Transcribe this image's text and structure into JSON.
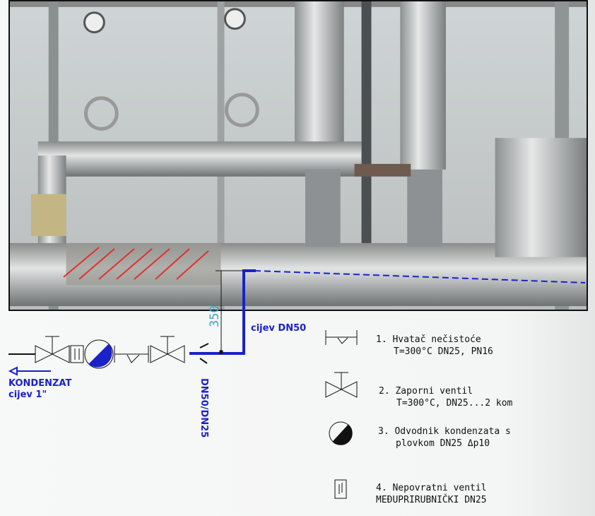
{
  "photo_overlay": {
    "dimension": "350",
    "main_pipe_label": "cijev DN50",
    "reducer_label": "DN50/DN25",
    "outlet_label": "KONDENZAT",
    "outlet_pipe_label": "cijev 1\""
  },
  "legend": [
    {
      "icon": "strainer-icon",
      "line1": "1. Hvatač nečistoće",
      "line2": "T=300°C DN25, PN16"
    },
    {
      "icon": "gate-valve-icon",
      "line1": "2. Zaporni ventil",
      "line2": "T=300°C, DN25...2 kom"
    },
    {
      "icon": "steam-trap-icon",
      "line1": "3. Odvodnik kondenzata s",
      "line2": "plovkom   DN25 Δp10"
    },
    {
      "icon": "check-valve-icon",
      "line1": "4. Nepovratni ventil",
      "line2": "MEĐUPRIRUBNIČKI DN25"
    }
  ],
  "colors": {
    "pipe_blue": "#1a22c8",
    "dimension_cyan": "#3aa8c8",
    "hatch_red": "#e03030"
  }
}
